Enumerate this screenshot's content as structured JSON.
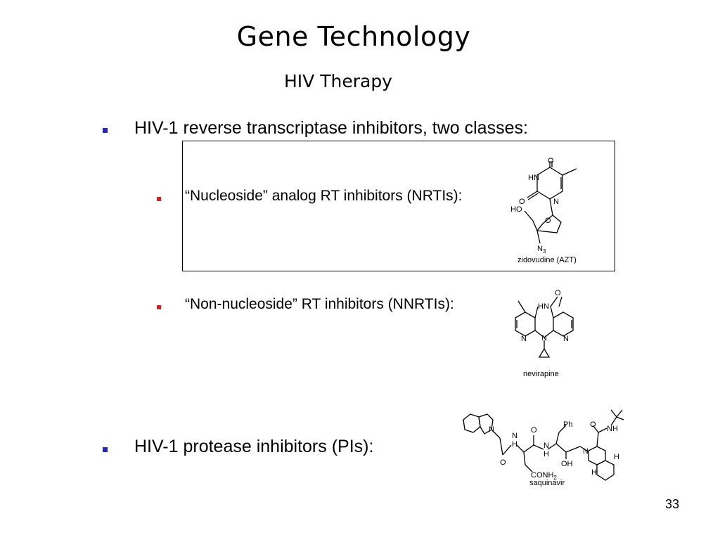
{
  "slide": {
    "title": "Gene Technology",
    "subtitle": "HIV Therapy",
    "page_number": "33"
  },
  "bullets": {
    "rt_inhibitors": "HIV-1 reverse transcriptase inhibitors, two classes:",
    "nrti": "“Nucleoside” analog RT inhibitors (NRTIs):",
    "nnrti": "“Non-nucleoside” RT inhibitors (NNRTIs):",
    "protease": "HIV-1 protease inhibitors (PIs):"
  },
  "structures": {
    "azt": {
      "caption": "zidovudine (AZT)",
      "atoms": {
        "o_top": "O",
        "hn": "HN",
        "o_left": "O",
        "n": "N",
        "ho": "HO",
        "o_ring": "O",
        "n3": "N",
        "n3_sub": "3"
      }
    },
    "nevirapine": {
      "caption": "nevirapine",
      "atoms": {
        "o": "O",
        "hn": "HN",
        "n_left": "N",
        "n_center": "N",
        "n_right": "N"
      }
    },
    "saquinavir": {
      "caption": "saquinavir",
      "atoms": {
        "n_quin": "N",
        "o1": "O",
        "nh1": "N",
        "h1": "H",
        "o2": "O",
        "nh2": "N",
        "h2": "H",
        "ph": "Ph",
        "conh2": "CONH",
        "conh2_sub": "2",
        "o3": "O",
        "oh": "OH",
        "n_ring": "N",
        "o4": "O",
        "nh3": "NH",
        "h3": "H",
        "h4": "H"
      }
    }
  },
  "colors": {
    "bullet_level1": "#2a2aa8",
    "bullet_level2": "#d42020"
  }
}
